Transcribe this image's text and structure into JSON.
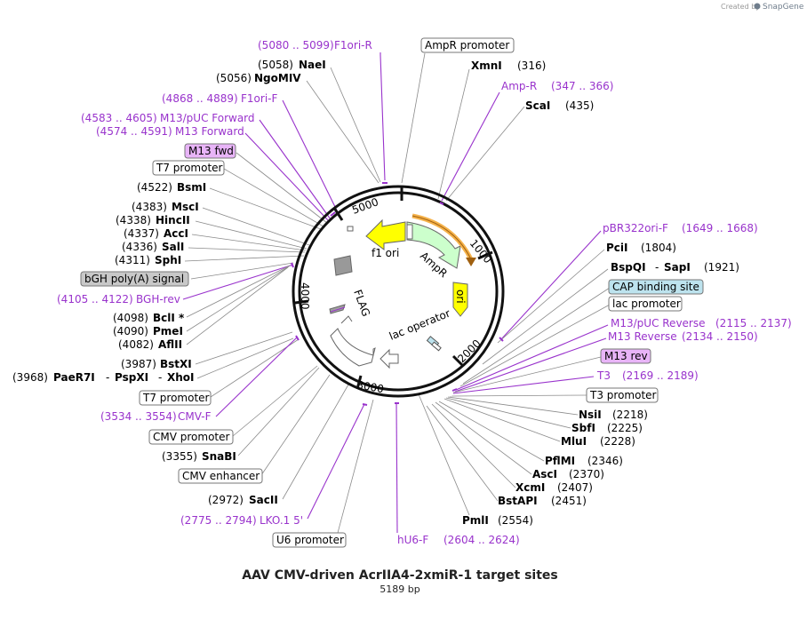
{
  "credit": {
    "prefix": "Created by",
    "brand": "SnapGene"
  },
  "plasmid": {
    "name": "AAV CMV-driven AcrIIA4-2xmiR-1 target sites",
    "length": "5189 bp"
  },
  "ticks": [
    "1000",
    "2000",
    "3000",
    "4000",
    "5000"
  ],
  "features": {
    "f1_ori": "f1 ori",
    "ampr": "AmpR",
    "ori": "ori",
    "lac_operator": "lac operator",
    "flag": "FLAG"
  },
  "labels": {
    "f1ori_r_range": "(5080 .. 5099)",
    "f1ori_r": "F1ori-R",
    "ampr_promoter": "AmpR promoter",
    "naei_pos": "(5058)",
    "naei": "NaeI",
    "xmni": "XmnI",
    "xmni_pos": "(316)",
    "ngomiv_pos": "(5056)",
    "ngomiv": "NgoMIV",
    "ampr_primer": "Amp-R",
    "ampr_primer_range": "(347 .. 366)",
    "scai": "ScaI",
    "scai_pos": "(435)",
    "f1orif_range": "(4868 .. 4889)",
    "f1orif": "F1ori-F",
    "m13puc_fwd_range": "(4583 .. 4605)",
    "m13puc_fwd": "M13/pUC Forward",
    "m13_fwd_long_range": "(4574 .. 4591)",
    "m13_fwd_long": "M13 Forward",
    "m13_fwd": "M13 fwd",
    "t7_promoter_top": "T7 promoter",
    "bsmi_pos": "(4522)",
    "bsmi": "BsmI",
    "msci_pos": "(4383)",
    "msci": "MscI",
    "hincii_pos": "(4338)",
    "hincii": "HincII",
    "acci_pos": "(4337)",
    "acci": "AccI",
    "sali_pos": "(4336)",
    "sali": "SalI",
    "sphi_pos": "(4311)",
    "sphi": "SphI",
    "bgh_polya": "bGH poly(A) signal",
    "bghrev_range": "(4105 .. 4122)",
    "bghrev": "BGH-rev",
    "bcli_pos": "(4098)",
    "bcli": "BclI *",
    "pmei_pos": "(4090)",
    "pmei": "PmeI",
    "aflii_pos": "(4082)",
    "aflii": "AflII",
    "bstxi_pos": "(3987)",
    "bstxi": "BstXI",
    "paer7i_pos": "(3968)",
    "paer7i": "PaeR7I",
    "pspxi": "PspXI",
    "xhoi": "XhoI",
    "dash": "-",
    "t7_promoter_bottom": "T7 promoter",
    "cmvf_range": "(3534 .. 3554)",
    "cmvf": "CMV-F",
    "cmv_promoter": "CMV promoter",
    "snabi_pos": "(3355)",
    "snabi": "SnaBI",
    "cmv_enhancer": "CMV enhancer",
    "sacii_pos": "(2972)",
    "sacii": "SacII",
    "lko_range": "(2775 .. 2794)",
    "lko": "LKO.1 5'",
    "u6_promoter": "U6 promoter",
    "hu6f": "hU6-F",
    "hu6f_range": "(2604 .. 2624)",
    "pmli": "PmlI",
    "pmli_pos": "(2554)",
    "pbr_ori_f": "pBR322ori-F",
    "pbr_ori_f_range": "(1649 .. 1668)",
    "pcii": "PciI",
    "pcii_pos": "(1804)",
    "bspqi": "BspQI",
    "sapi": "SapI",
    "sapi_pos": "(1921)",
    "cap_site": "CAP binding site",
    "lac_promoter": "lac promoter",
    "m13puc_rev": "M13/pUC Reverse",
    "m13puc_rev_range": "(2115 .. 2137)",
    "m13_reverse": "M13 Reverse",
    "m13_reverse_range": "(2134 .. 2150)",
    "m13_rev": "M13 rev",
    "t3": "T3",
    "t3_range": "(2169 .. 2189)",
    "t3_promoter": "T3 promoter",
    "nsii": "NsiI",
    "nsii_pos": "(2218)",
    "sbfi": "SbfI",
    "sbfi_pos": "(2225)",
    "mlui": "MluI",
    "mlui_pos": "(2228)",
    "pflmi": "PflMI",
    "pflmi_pos": "(2346)",
    "asci": "AscI",
    "asci_pos": "(2370)",
    "xcmi": "XcmI",
    "xcmi_pos": "(2407)",
    "bstapi": "BstAPI",
    "bstapi_pos": "(2451)"
  },
  "colors": {
    "primer": "#9933cc",
    "f1_ori": "#ffff00",
    "ampr": "#ccffcc",
    "ori": "#ffff00",
    "polya": "#999999",
    "cap_site": "#bde3ee",
    "m13_box": "#e8b4f8",
    "bgh_box": "#c8c8c8"
  }
}
